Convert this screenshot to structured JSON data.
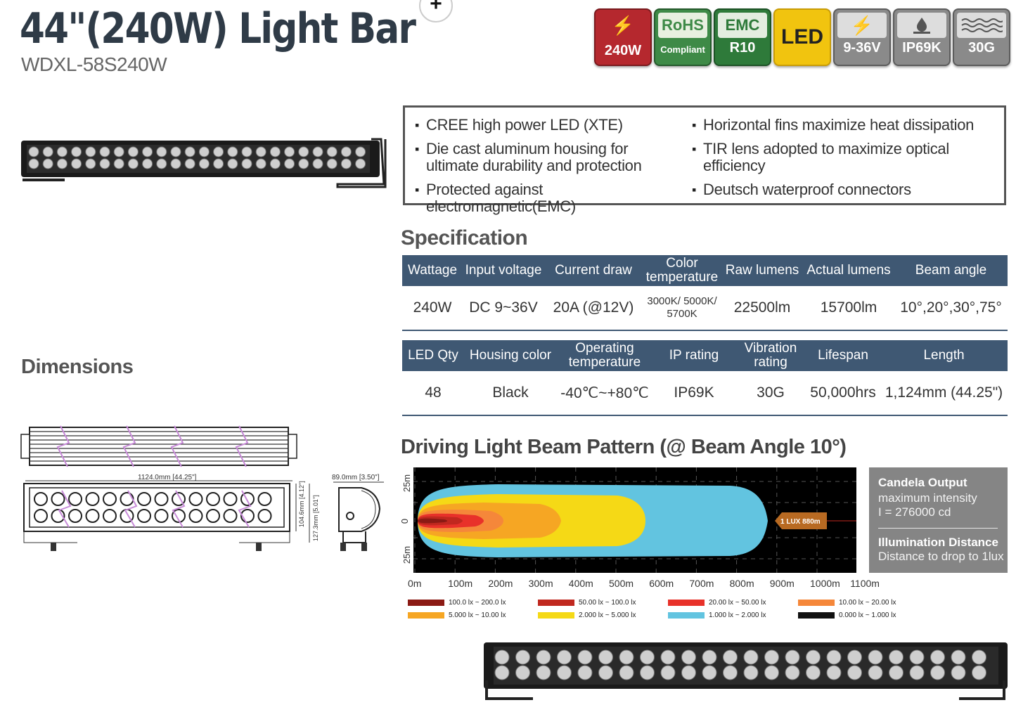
{
  "header": {
    "title": "44\"(240W) Light Bar",
    "model": "WDXL-58S240W",
    "plus_icon": "plus-icon"
  },
  "badges": [
    {
      "name": "power-badge",
      "top": "⚡",
      "bottom": "240W",
      "icon": "lightning-icon",
      "color": "#b5282e"
    },
    {
      "name": "rohs-badge",
      "top": "RoHS",
      "bottom": "Compliant",
      "icon": "check-icon",
      "color": "#3e8a47"
    },
    {
      "name": "emc-badge",
      "top": "EMC",
      "bottom": "R10",
      "color": "#2e7a3a"
    },
    {
      "name": "led-badge",
      "top": "LED",
      "bottom": "",
      "color": "#f1c40f"
    },
    {
      "name": "voltage-badge",
      "top": "⚡",
      "bottom": "9-36V",
      "icon": "lightning-icon",
      "color": "#8a8a8a"
    },
    {
      "name": "ip-badge",
      "top": "💧",
      "bottom": "IP69K",
      "icon": "water-drop-icon",
      "color": "#8a8a8a"
    },
    {
      "name": "vibration-badge",
      "top": "≋",
      "bottom": "30G",
      "icon": "vibration-icon",
      "color": "#8a8a8a"
    }
  ],
  "features": {
    "left": [
      "CREE high power LED (XTE)",
      "Die cast aluminum housing for ultimate durability and protection",
      "Protected against electromagnetic(EMC)"
    ],
    "right": [
      "Horizontal fins maximize heat dissipation",
      "TIR lens adopted to maximize optical efficiency",
      "Deutsch waterproof connectors"
    ]
  },
  "specification": {
    "title": "Specification",
    "table1": {
      "headers": [
        "Wattage",
        "Input voltage",
        "Current draw",
        "Color temperature",
        "Raw lumens",
        "Actual lumens",
        "Beam angle"
      ],
      "values": [
        "240W",
        "DC 9~36V",
        "20A (@12V)",
        "3000K/ 5000K/ 5700K",
        "22500lm",
        "15700lm",
        "10°,20°,30°,75°"
      ]
    },
    "table2": {
      "headers": [
        "LED Qty",
        "Housing color",
        "Operating temperature",
        "IP rating",
        "Vibration rating",
        "Lifespan",
        "Length"
      ],
      "values": [
        "48",
        "Black",
        "-40℃~+80℃",
        "IP69K",
        "30G",
        "50,000hrs",
        "1,124mm (44.25\")"
      ]
    }
  },
  "dimensions": {
    "title": "Dimensions",
    "width_label": "1124.0mm [44.25\"]",
    "depth_label": "89.0mm [3.50\"]",
    "h1_label": "104.6mm [4.12\"]",
    "h2_label": "127.3mm [5.01\"]"
  },
  "beam_pattern": {
    "title": "Driving Light Beam Pattern (@ Beam Angle 10°)",
    "y_labels": [
      "25m",
      "0",
      "25m"
    ],
    "x_labels": [
      "0m",
      "100m",
      "200m",
      "300m",
      "400m",
      "500m",
      "600m",
      "700m",
      "800m",
      "900m",
      "1000m",
      "1100m"
    ],
    "lux_marker": "1 LUX 880m",
    "info": {
      "candela_title": "Candela Output",
      "candela_sub": "maximum intensity",
      "candela_value": "I = 276000 cd",
      "illum_title": "Illumination Distance",
      "illum_sub": "Distance to drop to 1lux"
    },
    "legend": [
      {
        "label": "100.0 lx ~ 200.0 lx",
        "color": "#8b1a14"
      },
      {
        "label": "50.00 lx ~ 100.0 lx",
        "color": "#c0281f"
      },
      {
        "label": "20.00 lx ~ 50.00 lx",
        "color": "#e8312a"
      },
      {
        "label": "10.00 lx ~ 20.00 lx",
        "color": "#f5873a"
      },
      {
        "label": "5.000 lx ~ 10.00 lx",
        "color": "#f6a623"
      },
      {
        "label": "2.000 lx ~ 5.000 lx",
        "color": "#f5d916"
      },
      {
        "label": "1.000 lx ~ 2.000 lx",
        "color": "#62c4e0"
      },
      {
        "label": "0.000 lx ~ 1.000 lx",
        "color": "#111111"
      }
    ]
  }
}
